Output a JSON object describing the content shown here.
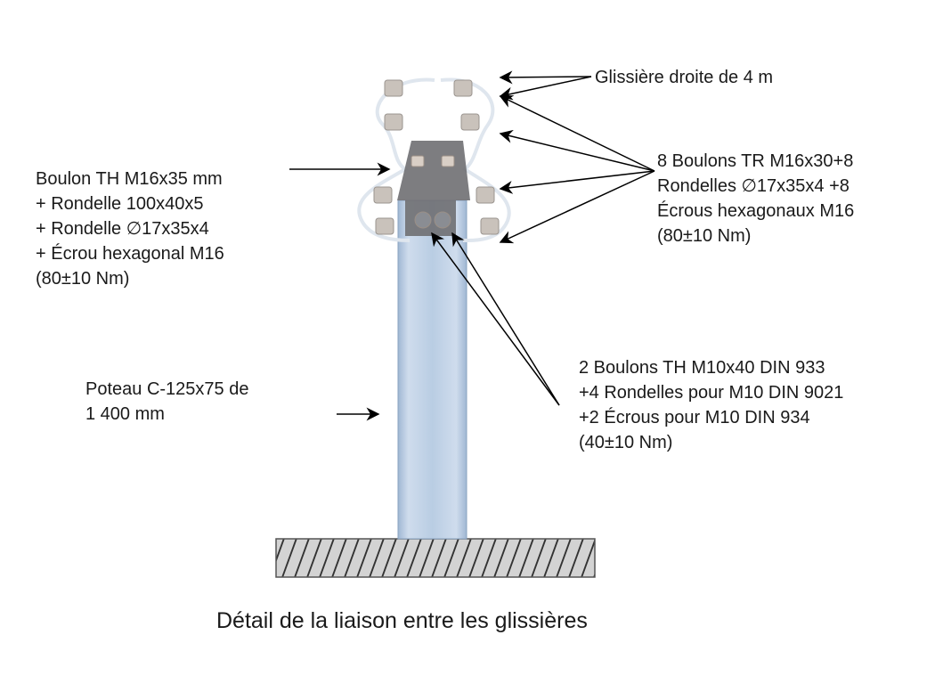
{
  "labels": {
    "rail": "Glissière droite de 4 m",
    "rail_bolts": [
      "8 Boulons TR M16x30+8",
      "Rondelles ∅17x35x4 +8",
      "Écrous hexagonaux M16",
      "(80±10 Nm)"
    ],
    "center_bolt": [
      "Boulon TH M16x35 mm",
      "+ Rondelle 100x40x5",
      "+ Rondelle ∅17x35x4",
      "+ Écrou hexagonal M16",
      "(80±10 Nm)"
    ],
    "post_bolts": [
      "2 Boulons TH M10x40 DIN 933",
      "+4 Rondelles pour M10 DIN 9021",
      "+2 Écrous pour M10 DIN 934",
      "(40±10 Nm)"
    ],
    "post": [
      "Poteau C-125x75 de",
      "1 400 mm"
    ]
  },
  "caption": "Détail de la liaison entre les glissières",
  "colors": {
    "post": "#b9cde3",
    "plate": "#6f6f72",
    "ground": "#d3d3d3",
    "rail": "#e8eef4"
  }
}
